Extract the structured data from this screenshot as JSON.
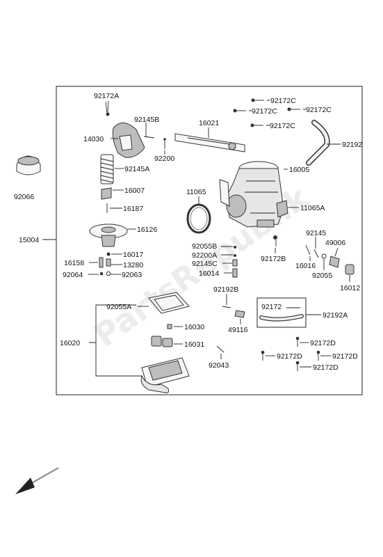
{
  "diagram": {
    "watermark": "PartsRepublik",
    "callouts": {
      "c92172A": "92172A",
      "c92145B": "92145B",
      "c14030": "14030",
      "c92200": "92200",
      "c16021": "16021",
      "c92172C_1": "92172C",
      "c92172C_2": "92172C",
      "c92172C_3": "92172C",
      "c92172C_4": "92172C",
      "c92192": "92192",
      "c16005": "16005",
      "c92066": "92066",
      "c92145A": "92145A",
      "c16007": "16007",
      "c11065": "11065",
      "c16187": "16187",
      "c11065A": "11065A",
      "c15004": "15004",
      "c16126": "16126",
      "c92055B": "92055B",
      "c92200A": "92200A",
      "c92145C": "92145C",
      "c16014": "16014",
      "c92172B": "92172B",
      "c92145": "92145",
      "c49006": "49006",
      "c16016": "16016",
      "c92055": "92055",
      "c16012": "16012",
      "c16017": "16017",
      "c16158": "16158",
      "c13280": "13280",
      "c92064": "92064",
      "c92063": "92063",
      "c92192B": "92192B",
      "c92055A": "92055A",
      "c49116": "49116",
      "c92172": "92172",
      "c92192A": "92192A",
      "c16030": "16030",
      "c16020": "16020",
      "c16031": "16031",
      "c92172D_1": "92172D",
      "c92172D_2": "92172D",
      "c92172D_3": "92172D",
      "c92172D_4": "92172D",
      "c92043": "92043"
    }
  }
}
